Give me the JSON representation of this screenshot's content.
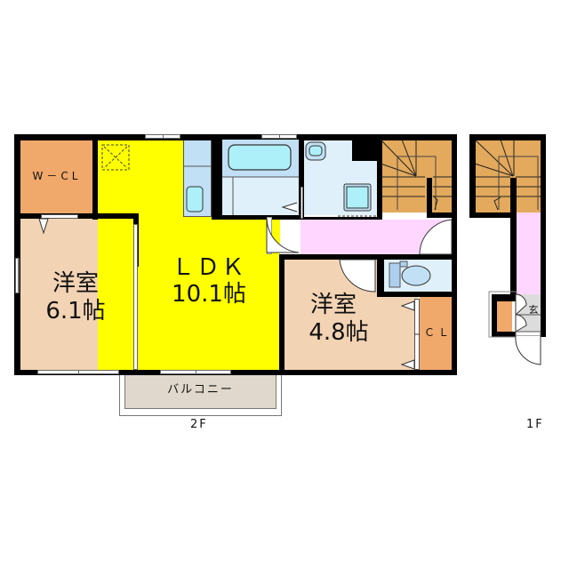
{
  "floor_2": {
    "label": "2F",
    "rooms": {
      "wcl": {
        "label": "W－CL",
        "color": "#f0a86b"
      },
      "western_1": {
        "name": "洋室",
        "size": "6.1帖",
        "color": "#f2d3b4"
      },
      "ldk": {
        "name": "ＬＤＫ",
        "size": "10.1帖",
        "color": "#ffff00"
      },
      "western_2": {
        "name": "洋室",
        "size": "4.8帖",
        "color": "#f2d3b4"
      },
      "cl": {
        "label": "ＣＬ",
        "color": "#f0a86b"
      },
      "balcony": {
        "label": "バルコニー",
        "color": "#e0d8cc"
      },
      "hall": {
        "color": "#ffd6ff"
      },
      "bath": {
        "color": "#c2e0f5"
      },
      "washroom": {
        "color": "#dff0fa"
      },
      "toilet": {
        "color": "#dff0fa"
      },
      "stairs": {
        "color": "#e3a95c"
      }
    }
  },
  "floor_1": {
    "label": "1F",
    "rooms": {
      "entrance": {
        "label": "玄",
        "color": "#dcdcdc"
      },
      "hall": {
        "color": "#ffd6ff"
      },
      "stairs": {
        "color": "#e3a95c"
      },
      "storage": {
        "color": "#f0a86b"
      }
    }
  }
}
